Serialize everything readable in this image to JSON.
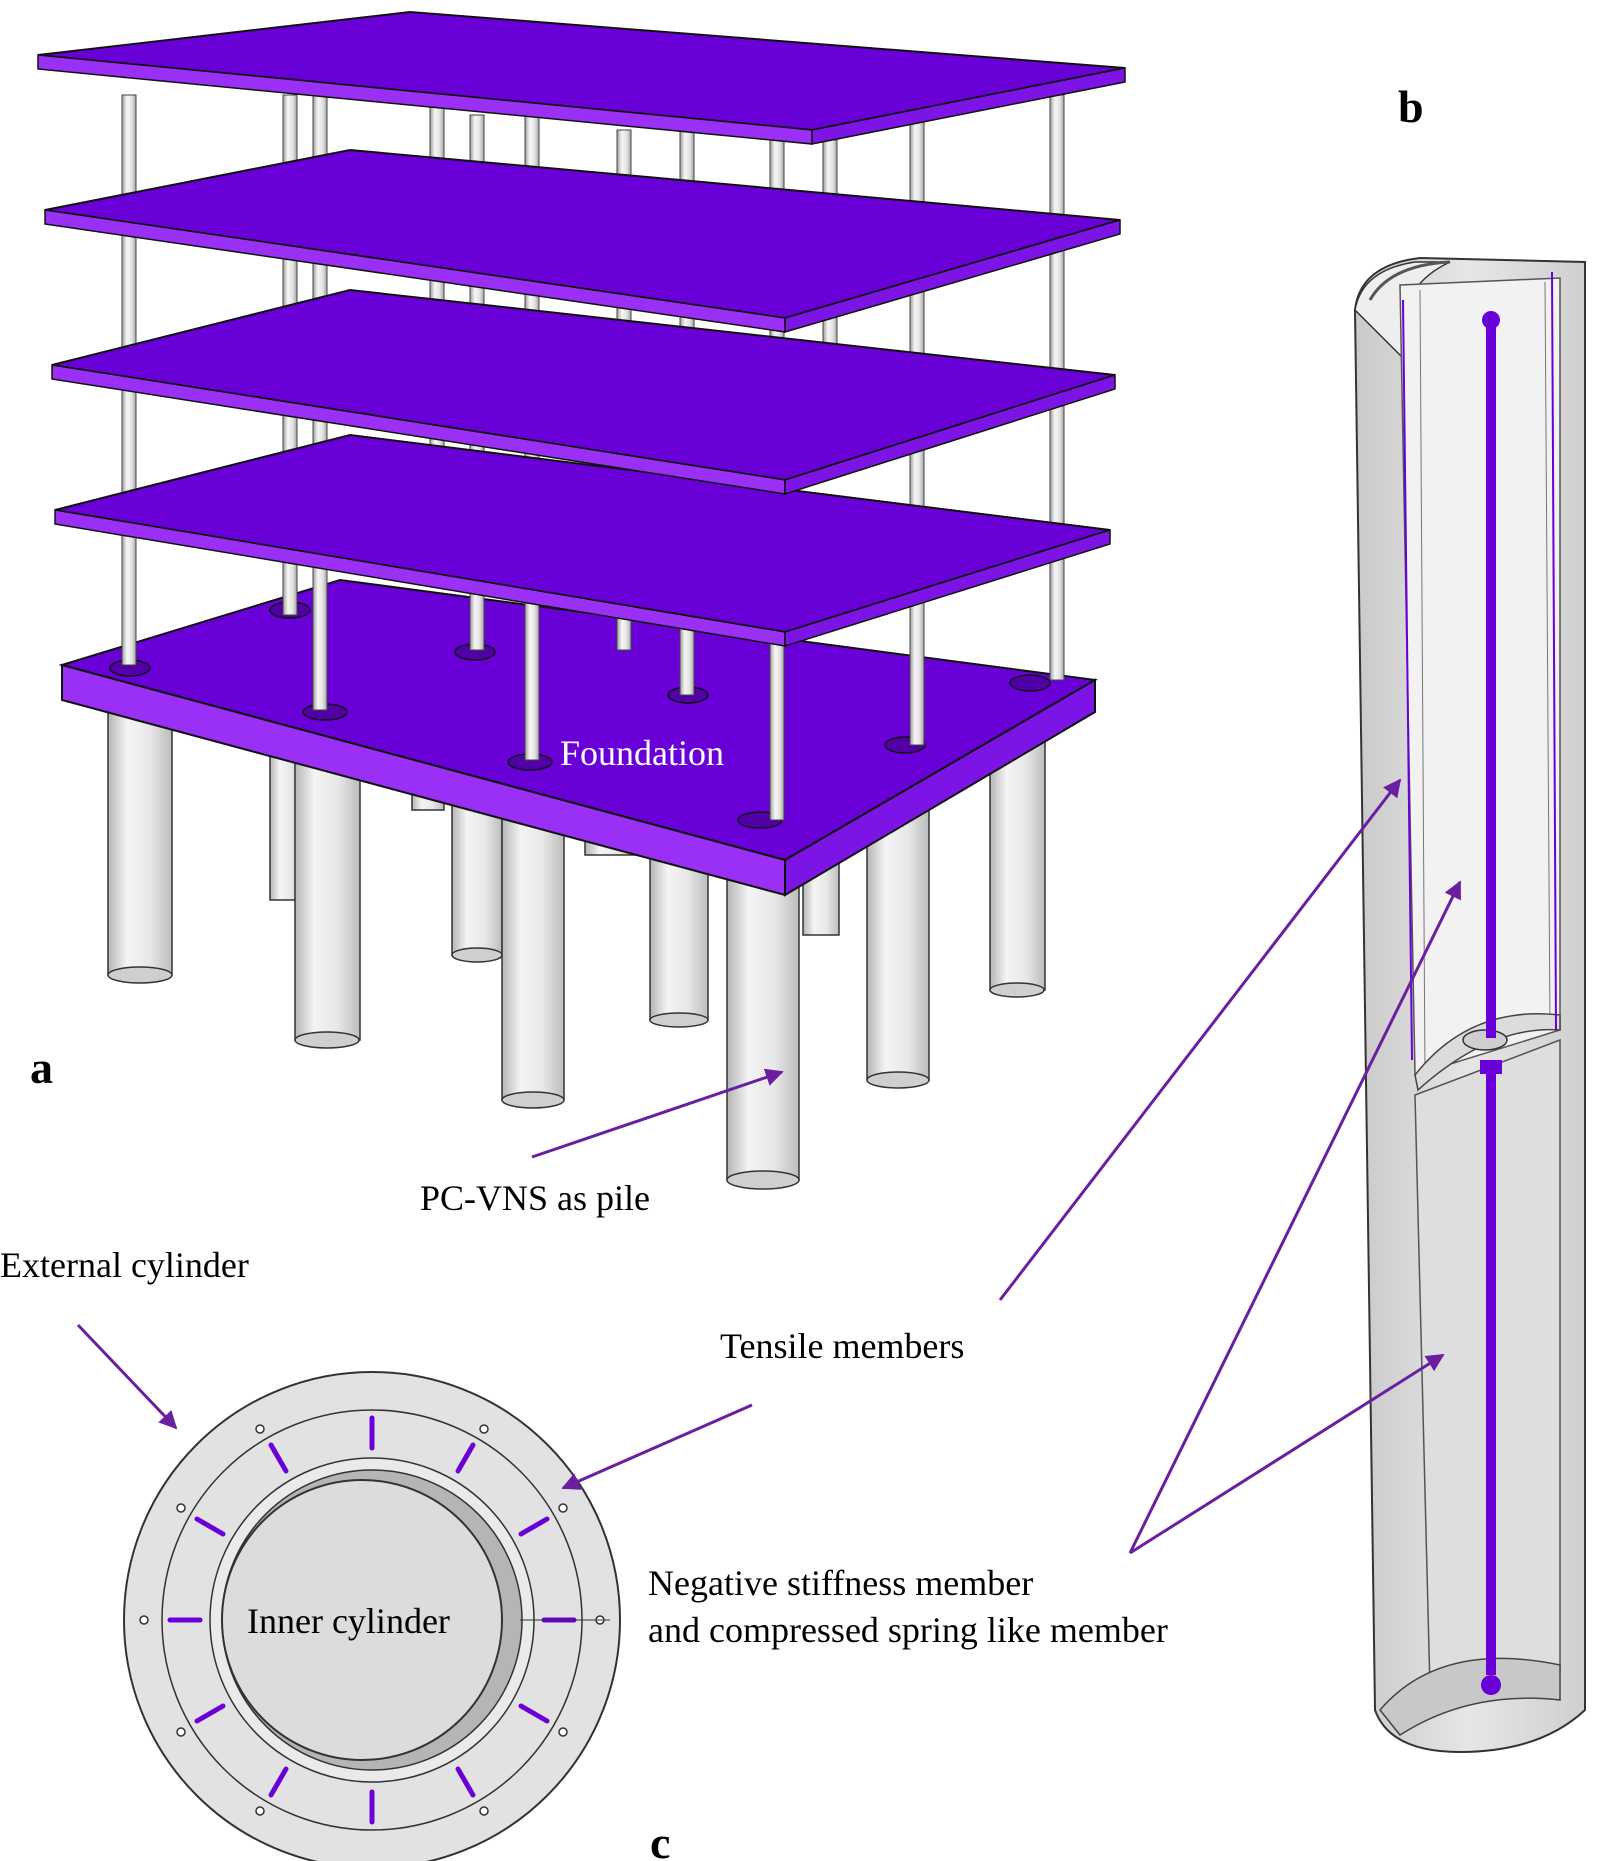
{
  "panels": {
    "a": "a",
    "b": "b",
    "c": "c"
  },
  "labels": {
    "foundation": "Foundation",
    "pile": "PC-VNS as pile",
    "external_cylinder": "External cylinder",
    "tensile_members": "Tensile members",
    "inner_cylinder": "Inner cylinder",
    "negative_stiffness_line1": "Negative stiffness member",
    "negative_stiffness_line2": "and compressed spring like member"
  },
  "colors": {
    "slab": "#6a00d8",
    "slab_edge": "#9a2ff5",
    "column": "#e4e4e4",
    "pile": "#e0e0e0",
    "device": "#d8d8d8",
    "arrow": "#6a1fa0"
  }
}
